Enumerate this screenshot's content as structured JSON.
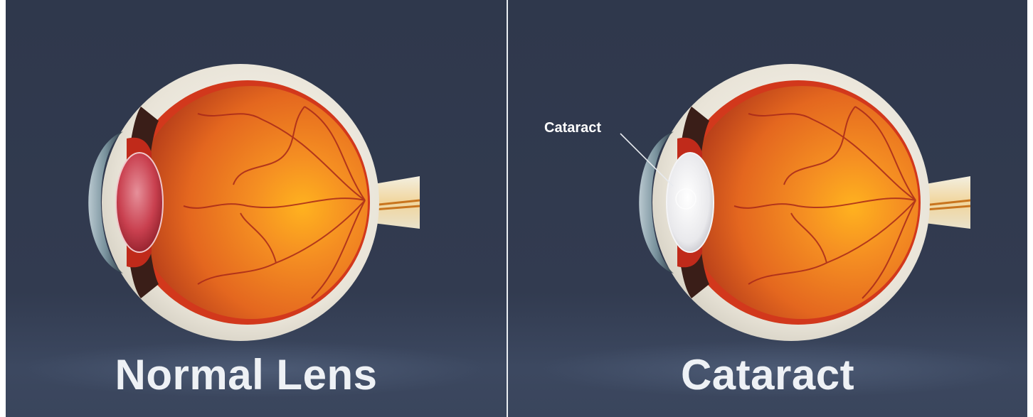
{
  "panels": [
    {
      "caption": "Normal Lens",
      "lens_state": "clear"
    },
    {
      "caption": "Cataract",
      "lens_state": "clouded",
      "callout": "Cataract"
    }
  ],
  "colors": {
    "background": "#323b50",
    "caption_text": "#eef1f5",
    "sclera": "#ebe6dc",
    "vitreous": "#e4671f",
    "clear_lens": "#c9404f",
    "cloudy_lens": "#e8e8ea"
  }
}
